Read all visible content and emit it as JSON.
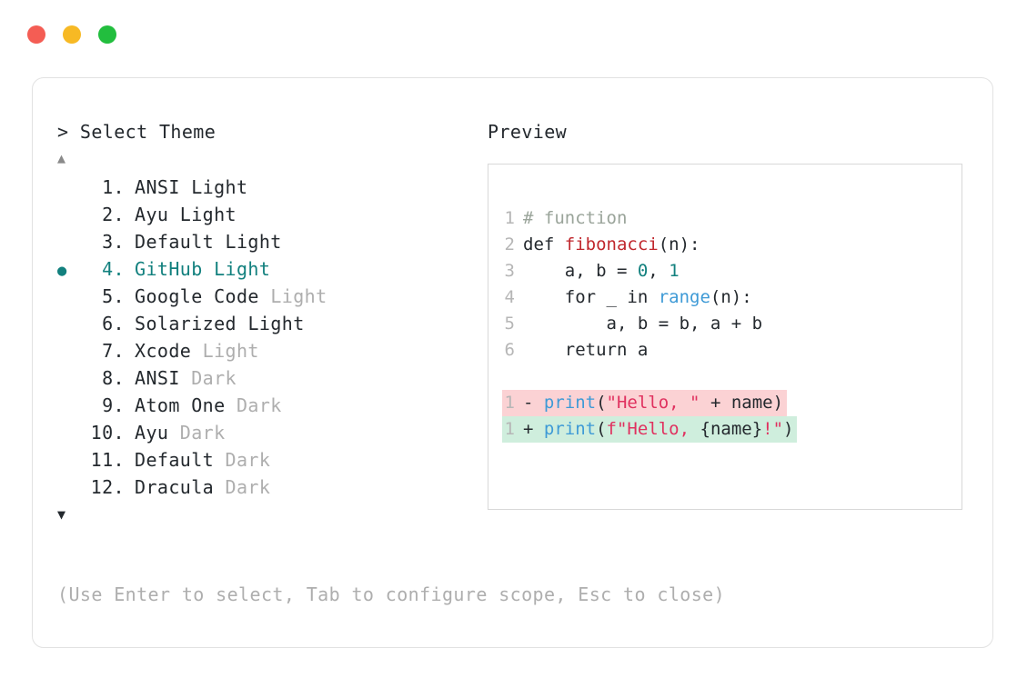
{
  "window": {
    "dots": [
      {
        "name": "close",
        "color": "#f45d54"
      },
      {
        "name": "minimize",
        "color": "#f7b924"
      },
      {
        "name": "maximize",
        "color": "#22be3e"
      }
    ]
  },
  "selector": {
    "prompt": "> Select Theme",
    "scroll_up_glyph": "▲",
    "scroll_down_glyph": "▼",
    "selected_bullet": "●",
    "selected_index": 4,
    "accent_color": "#12807e",
    "items": [
      {
        "index": " 1.",
        "name": "ANSI",
        "variant": "Light",
        "variant_dim": false,
        "selected": false
      },
      {
        "index": " 2.",
        "name": "Ayu",
        "variant": "Light",
        "variant_dim": false,
        "selected": false
      },
      {
        "index": " 3.",
        "name": "Default",
        "variant": "Light",
        "variant_dim": false,
        "selected": false
      },
      {
        "index": " 4.",
        "name": "GitHub",
        "variant": "Light",
        "variant_dim": false,
        "selected": true
      },
      {
        "index": " 5.",
        "name": "Google Code",
        "variant": "Light",
        "variant_dim": true,
        "selected": false
      },
      {
        "index": " 6.",
        "name": "Solarized",
        "variant": "Light",
        "variant_dim": false,
        "selected": false
      },
      {
        "index": " 7.",
        "name": "Xcode",
        "variant": "Light",
        "variant_dim": true,
        "selected": false
      },
      {
        "index": " 8.",
        "name": "ANSI",
        "variant": "Dark",
        "variant_dim": true,
        "selected": false
      },
      {
        "index": " 9.",
        "name": "Atom One",
        "variant": "Dark",
        "variant_dim": true,
        "selected": false
      },
      {
        "index": "10.",
        "name": "Ayu",
        "variant": "Dark",
        "variant_dim": true,
        "selected": false
      },
      {
        "index": "11.",
        "name": "Default",
        "variant": "Dark",
        "variant_dim": true,
        "selected": false
      },
      {
        "index": "12.",
        "name": "Dracula",
        "variant": "Dark",
        "variant_dim": true,
        "selected": false
      }
    ],
    "hint": "(Use Enter to select, Tab to configure scope, Esc to close)"
  },
  "preview": {
    "label": "Preview",
    "code_lines": [
      {
        "number": "1",
        "tokens": [
          {
            "text": "# function",
            "type": "comment"
          }
        ]
      },
      {
        "number": "2",
        "tokens": [
          {
            "text": "def ",
            "type": "keyword"
          },
          {
            "text": "fibonacci",
            "type": "func"
          },
          {
            "text": "(n):",
            "type": "plain"
          }
        ]
      },
      {
        "number": "3",
        "tokens": [
          {
            "text": "    a, b = ",
            "type": "plain"
          },
          {
            "text": "0",
            "type": "num"
          },
          {
            "text": ", ",
            "type": "plain"
          },
          {
            "text": "1",
            "type": "num"
          }
        ]
      },
      {
        "number": "4",
        "tokens": [
          {
            "text": "    for _ in ",
            "type": "plain"
          },
          {
            "text": "range",
            "type": "builtin"
          },
          {
            "text": "(n):",
            "type": "plain"
          }
        ]
      },
      {
        "number": "5",
        "tokens": [
          {
            "text": "        a, b = b, a + b",
            "type": "plain"
          }
        ]
      },
      {
        "number": "6",
        "tokens": [
          {
            "text": "    return a",
            "type": "plain"
          }
        ]
      }
    ],
    "diff_lines": [
      {
        "number": "1",
        "sign": "-",
        "kind": "removed",
        "background": "#fbd2d4",
        "tokens": [
          {
            "text": "print",
            "type": "builtin"
          },
          {
            "text": "(",
            "type": "plain"
          },
          {
            "text": "\"Hello, \"",
            "type": "string"
          },
          {
            "text": " + name)",
            "type": "plain"
          }
        ]
      },
      {
        "number": "1",
        "sign": "+",
        "kind": "added",
        "background": "#cfeedd",
        "tokens": [
          {
            "text": "print",
            "type": "builtin"
          },
          {
            "text": "(",
            "type": "plain"
          },
          {
            "text": "f\"Hello, ",
            "type": "string"
          },
          {
            "text": "{name}",
            "type": "plain"
          },
          {
            "text": "!\"",
            "type": "string"
          },
          {
            "text": ")",
            "type": "plain"
          }
        ]
      }
    ]
  }
}
